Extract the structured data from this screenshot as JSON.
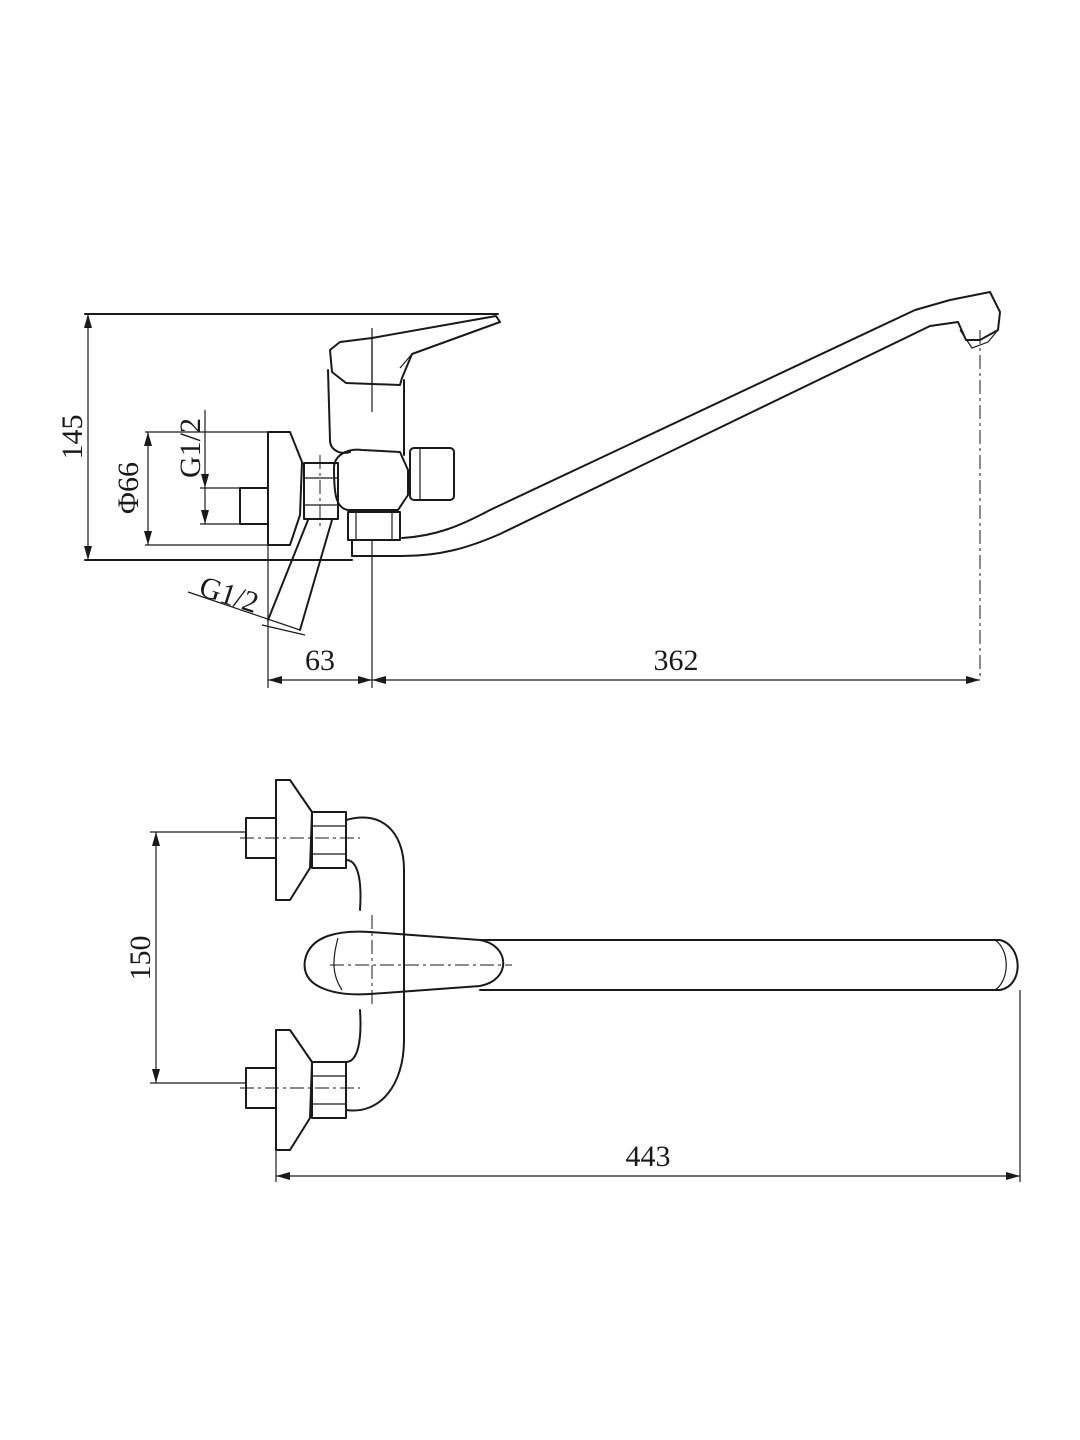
{
  "side_view": {
    "height": "145",
    "flange_diameter": "Φ66",
    "inlet_thread": "G1/2",
    "inlet_thread_lower": "G1/2",
    "wall_offset": "63",
    "spout_reach": "362"
  },
  "top_view": {
    "inlet_spacing": "150",
    "total_length": "443"
  },
  "colors": {
    "line": "#1a1a1a",
    "background": "#ffffff"
  }
}
